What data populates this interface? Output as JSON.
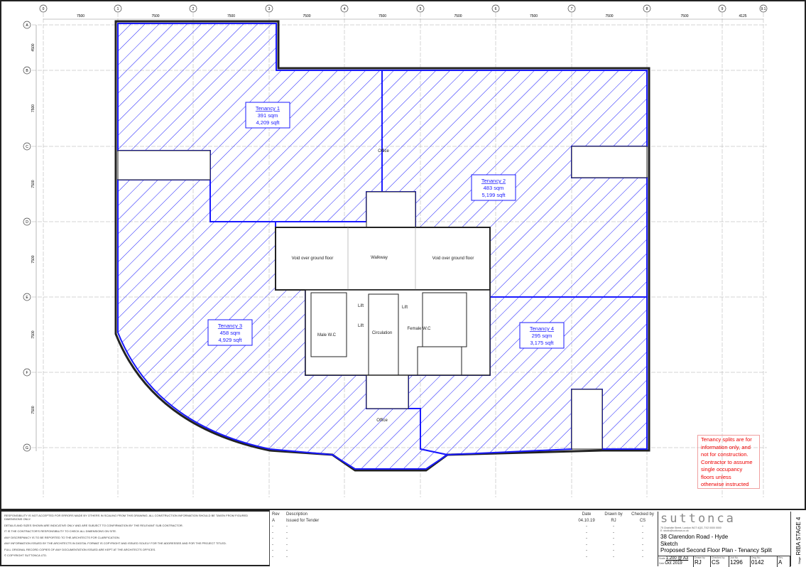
{
  "grid": {
    "columns": [
      "0",
      "1",
      "2",
      "3",
      "4",
      "5",
      "6",
      "7",
      "8",
      "9",
      "9.1"
    ],
    "column_spacings": [
      "7500",
      "7500",
      "7500",
      "7500",
      "7500",
      "7500",
      "7500",
      "7500",
      "7500",
      "4125"
    ],
    "rows": [
      "A",
      "B",
      "C",
      "D",
      "E",
      "F",
      "G"
    ],
    "row_spacings": [
      "4500",
      "7500",
      "7500",
      "7500",
      "7500",
      "7500"
    ]
  },
  "tenancies": [
    {
      "name": "Tenancy 1",
      "sqm": "391 sqm",
      "sqft": "4,209 sqft"
    },
    {
      "name": "Tenancy 2",
      "sqm": "483 sqm",
      "sqft": "5,199 sqft"
    },
    {
      "name": "Tenancy 3",
      "sqm": "458 sqm",
      "sqft": "4,929 sqft"
    },
    {
      "name": "Tenancy 4",
      "sqm": "295 sqm",
      "sqft": "3,175 sqft"
    }
  ],
  "rooms": {
    "void_left": "Void over ground floor",
    "void_right": "Void over ground floor",
    "walkway": "Walkway",
    "lift": "Lift",
    "circulation": "Circulation",
    "male_wc": "Male W.C",
    "female_wc": "Female W.C",
    "office": "Office"
  },
  "colors": {
    "tenancy_hatch": "#1a1aff",
    "note_red": "#e00000"
  },
  "note": [
    "Tenancy splits are for",
    "information only, and",
    "not for construction.",
    "Contractor to assume",
    "single occupancy",
    "floors unless",
    "otherwise instructed"
  ],
  "disclaimers": [
    "Responsibility is not accepted for errors made by others in scaling from this drawing. All construction information should be taken from figured dimensions only.",
    "Details and sizes shown are indicative only and are subject to confirmation by the relevant sub contractor.",
    "It is the contractor's responsibility to check all dimensions on site.",
    "Any discrepancy is to be reported to the architects for clarification.",
    "Any information issued by the architects in digital format is copyright and issued solely for the addressee and for the project titled.",
    "Full original record copies of any documentation issued are kept at the architects offices.",
    "© Copyright Suttonca Ltd."
  ],
  "revisions": {
    "headers": {
      "rev": "Rev",
      "description": "Description",
      "date": "Date",
      "drawn_by": "Drawn by",
      "checked_by": "Checked by"
    },
    "rows": [
      {
        "rev": "A",
        "description": "Issued for Tender",
        "date": "04.10.19",
        "drawn_by": "RJ",
        "checked_by": "CS"
      },
      {
        "rev": "-",
        "description": "-",
        "date": "-",
        "drawn_by": "-",
        "checked_by": "-"
      },
      {
        "rev": "-",
        "description": "-",
        "date": "-",
        "drawn_by": "-",
        "checked_by": "-"
      },
      {
        "rev": "-",
        "description": "-",
        "date": "-",
        "drawn_by": "-",
        "checked_by": "-"
      },
      {
        "rev": "-",
        "description": "-",
        "date": "-",
        "drawn_by": "-",
        "checked_by": "-"
      },
      {
        "rev": "-",
        "description": "-",
        "date": "-",
        "drawn_by": "-",
        "checked_by": "-"
      },
      {
        "rev": "-",
        "description": "-",
        "date": "-",
        "drawn_by": "-",
        "checked_by": "-"
      }
    ]
  },
  "title_block": {
    "logo": "suttonca",
    "address": "75 Charlotte Street, London W1T 4QG, T:02 0000 0000",
    "email": "E: studio@suttonca.co.uk",
    "project": "38 Clarendon Road - Hyde",
    "status": "Sketch",
    "drawing_title": "Proposed Second Floor Plan - Tenancy Split",
    "scale_label": "Scale",
    "scale": "1:200 @ A3",
    "date_label": "Date",
    "date": "Oct 2019",
    "drawn_by_label": "Drawn by",
    "drawn_by": "RJ",
    "checked_by_label": "Checked by",
    "checked_by": "CS",
    "job_label": "Job No.",
    "job": "1296",
    "dwg_label": "Dwg No.",
    "dwg": "0142",
    "rev_label": "Rev.",
    "rev": "A",
    "stage_label": "Stage",
    "stage": "RIBA STAGE 4"
  }
}
